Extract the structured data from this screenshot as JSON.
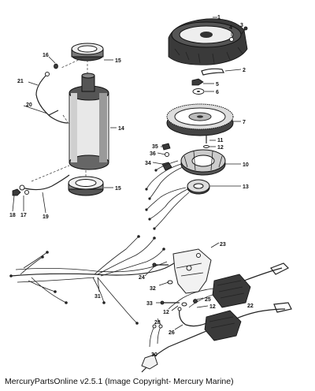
{
  "footer": {
    "caption": "MercuryPartsOnline v2.5.1 (Image Copyright- Mercury Marine)"
  },
  "callouts": {
    "c1": "1",
    "c2": "2",
    "c3": "3",
    "c4": "4",
    "c5": "5",
    "c6": "6",
    "c7": "7",
    "c10": "10",
    "c11": "11",
    "c12": "12",
    "c12b": "12",
    "c13": "13",
    "c14": "14",
    "c15": "15",
    "c15b": "15",
    "c16": "16",
    "c17": "17",
    "c18": "18",
    "c19": "19",
    "c20": "20",
    "c21": "21",
    "c22": "22",
    "c23": "23",
    "c24": "24",
    "c25": "25",
    "c26": "26",
    "c28": "28",
    "c30": "30",
    "c31": "31",
    "c32": "32",
    "c33": "33",
    "c34": "34",
    "c35": "35",
    "c36": "36"
  }
}
